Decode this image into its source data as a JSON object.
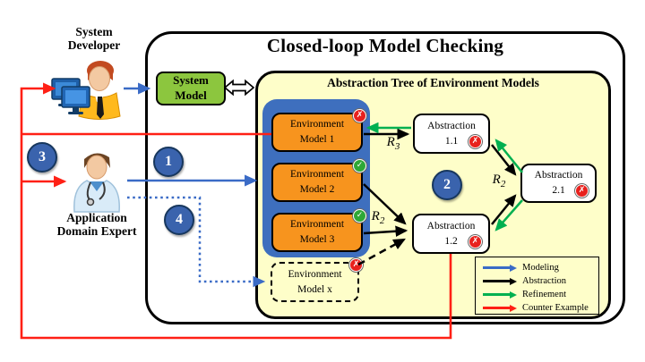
{
  "title": "Closed-loop Model Checking",
  "actors": {
    "developer": {
      "line1": "System",
      "line2": "Developer"
    },
    "expert": {
      "line1": "Application",
      "line2": "Domain Expert"
    }
  },
  "system_model": {
    "line1": "System",
    "line2": "Model"
  },
  "tree": {
    "title": "Abstraction Tree of Environment Models"
  },
  "env_models": [
    {
      "line1": "Environment",
      "line2": "Model 1",
      "status": "fail"
    },
    {
      "line1": "Environment",
      "line2": "Model 2",
      "status": "pass"
    },
    {
      "line1": "Environment",
      "line2": "Model 3",
      "status": "pass"
    },
    {
      "line1": "Environment",
      "line2": "Model x",
      "status": "fail"
    }
  ],
  "abstractions": [
    {
      "line1": "Abstraction",
      "line2": "1.1",
      "status": "fail"
    },
    {
      "line1": "Abstraction",
      "line2": "2.1",
      "status": "fail"
    },
    {
      "line1": "Abstraction",
      "line2": "1.2",
      "status": "fail"
    }
  ],
  "relations": [
    {
      "base": "R",
      "sub": "3"
    },
    {
      "base": "R",
      "sub": "2"
    },
    {
      "base": "R",
      "sub": "2"
    }
  ],
  "steps": [
    "1",
    "2",
    "3",
    "4"
  ],
  "glyphs": {
    "fail": "✗",
    "pass": "✓"
  },
  "legend": {
    "items": [
      {
        "label": "Modeling",
        "color": "#3A6BC6"
      },
      {
        "label": "Abstraction",
        "color": "#000000"
      },
      {
        "label": "Refinement",
        "color": "#00B050"
      },
      {
        "label": "Counter Example",
        "color": "#FF2015"
      }
    ]
  },
  "colors": {
    "panel_yellow": "#FEFEC9",
    "system_model_green": "#8CC63E",
    "env_model_orange": "#F7941E",
    "model_group_blue": "#3E6FBE",
    "step_circle_blue": "#3A63AD",
    "modeling_arrow": "#3A6BC6",
    "abstraction_arrow": "#000000",
    "refinement_arrow": "#00B050",
    "counter_example_red": "#FF2015",
    "pass_badge": "#2EA836",
    "fail_badge": "#E8211D"
  }
}
